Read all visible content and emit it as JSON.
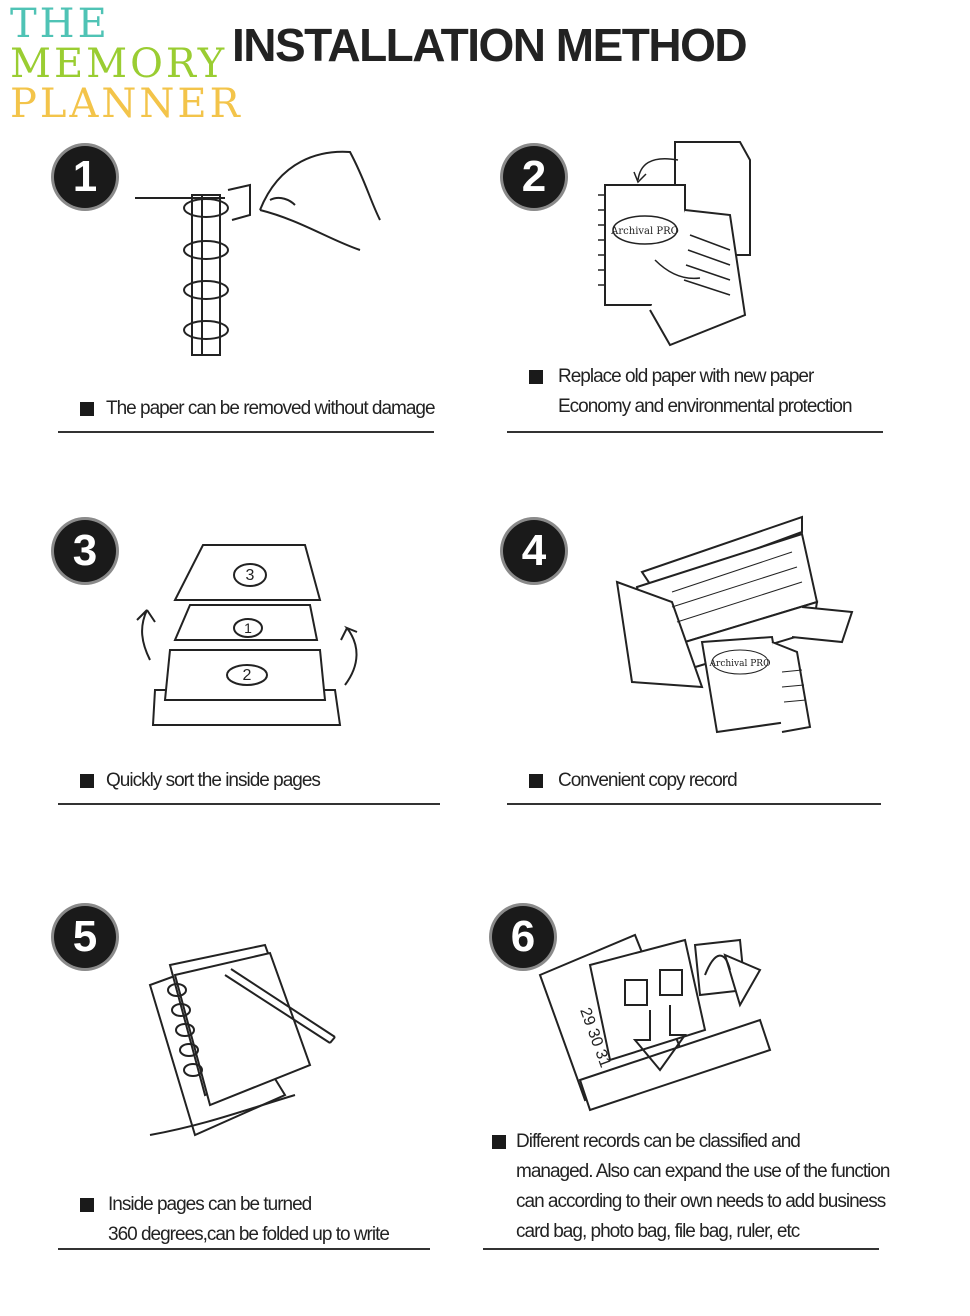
{
  "logo": {
    "line1": "THE",
    "line2": "MEMORY",
    "line3": "PLANNER"
  },
  "title": "INSTALLATION METHOD",
  "steps": [
    {
      "number": "1",
      "lines": [
        "The paper can be removed without damage"
      ]
    },
    {
      "number": "2",
      "lines": [
        "Replace old paper with new paper",
        "Economy and environmental protection"
      ]
    },
    {
      "number": "3",
      "lines": [
        "Quickly sort the inside pages"
      ]
    },
    {
      "number": "4",
      "lines": [
        "Convenient  copy  record"
      ]
    },
    {
      "number": "5",
      "lines": [
        "Inside pages can be turned",
        "360 degrees,can be folded up to write"
      ]
    },
    {
      "number": "6",
      "lines": [
        "Different records can be classified and",
        "managed. Also can expand the use of the function",
        "can according to their own needs to add business",
        "card bag, photo bag, file bag, ruler, etc"
      ]
    }
  ],
  "illustration_labels": {
    "step2_cover": "Archival PRO",
    "step3_pages": [
      "3",
      "1",
      "2"
    ],
    "step4_cover": "Archival PRO",
    "step6_dates": "29 30 31"
  },
  "colors": {
    "badge": "#1a1a1a",
    "text": "#222222"
  }
}
